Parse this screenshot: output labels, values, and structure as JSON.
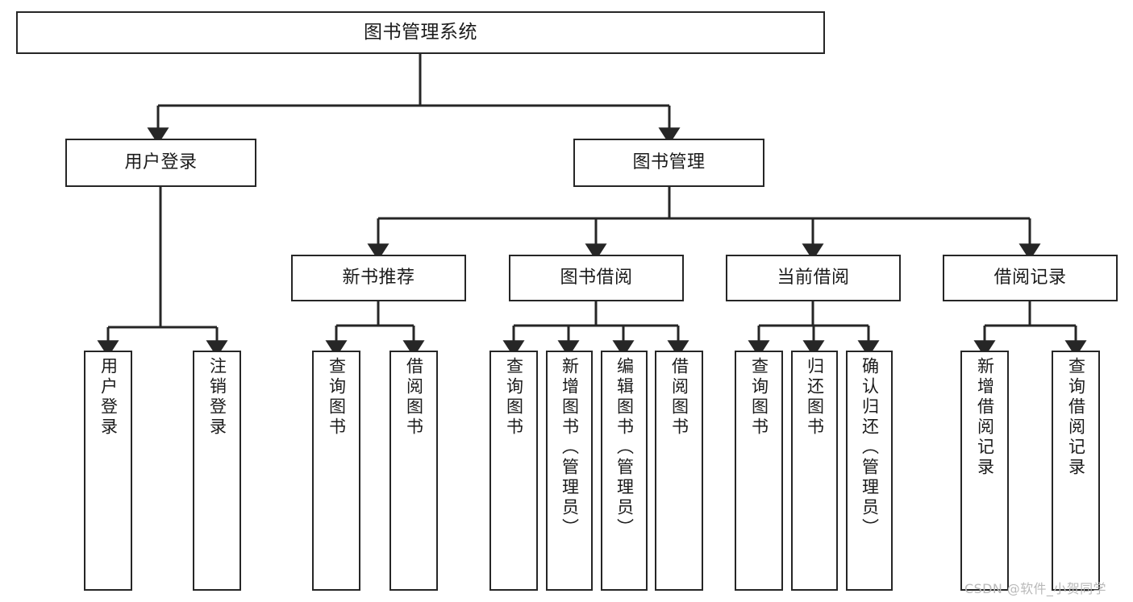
{
  "diagram": {
    "kind": "tree-hierarchy-chart",
    "title": "图书管理系统",
    "stroke_color": "#262626",
    "fill_color": "#ffffff",
    "text_color": "#1b1b1b",
    "background": "#ffffff"
  },
  "nodes": {
    "root": {
      "label": "图书管理系统"
    },
    "level1": [
      {
        "label": "用户登录"
      },
      {
        "label": "图书管理"
      }
    ],
    "level2": [
      {
        "label": "新书推荐"
      },
      {
        "label": "图书借阅"
      },
      {
        "label": "当前借阅"
      },
      {
        "label": "借阅记录"
      }
    ],
    "leaves": {
      "user_login": [
        {
          "label": "用户登录"
        },
        {
          "label": "注销登录"
        }
      ],
      "new_book_recommend": [
        {
          "label": "查询图书"
        },
        {
          "label": "借阅图书"
        }
      ],
      "book_borrow": [
        {
          "label": "查询图书"
        },
        {
          "label": "新增图书（管理员）"
        },
        {
          "label": "编辑图书（管理员）"
        },
        {
          "label": "借阅图书"
        }
      ],
      "current_borrow": [
        {
          "label": "查询图书"
        },
        {
          "label": "归还图书"
        },
        {
          "label": "确认归还（管理员）"
        }
      ],
      "borrow_record": [
        {
          "label": "新增借阅记录"
        },
        {
          "label": "查询借阅记录"
        }
      ]
    }
  },
  "watermark": {
    "text": "CSDN @软件_小贺同学"
  }
}
